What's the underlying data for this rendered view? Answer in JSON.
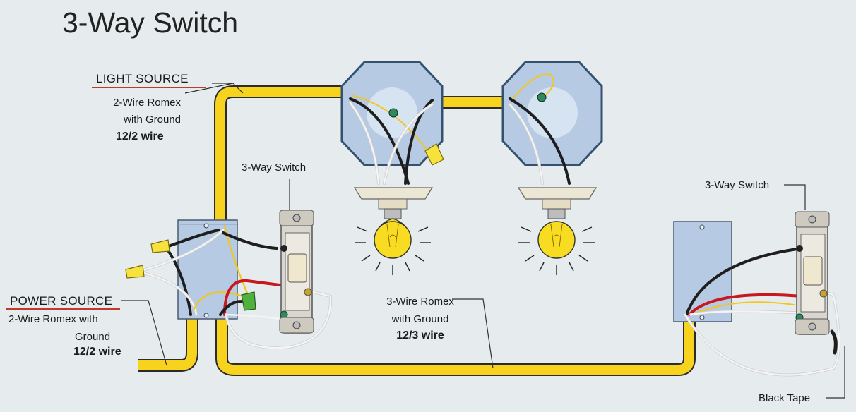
{
  "title": "3-Way Switch",
  "light_source": {
    "heading": "LIGHT SOURCE",
    "line1": "2-Wire Romex",
    "line2": "with Ground",
    "gauge": "12/2 wire"
  },
  "power_source": {
    "heading": "POWER SOURCE",
    "line1": "2-Wire Romex with",
    "line2": "Ground",
    "gauge": "12/2 wire"
  },
  "switch_left_label": "3-Way Switch",
  "switch_right_label": "3-Way Switch",
  "romex3": {
    "line1": "3-Wire Romex",
    "line2": "with Ground",
    "gauge": "12/3 wire"
  },
  "black_tape_label": "Black Tape",
  "colors": {
    "cable_yellow": "#f7d31e",
    "cable_outline": "#2b2b2b",
    "box_blue": "#b6cae4",
    "heading_underline": "#c0392b",
    "hot_black": "#1e1e1e",
    "traveler_red": "#c8181e",
    "neutral_white": "#f4f4f4",
    "ground_green": "#2e8b57"
  }
}
